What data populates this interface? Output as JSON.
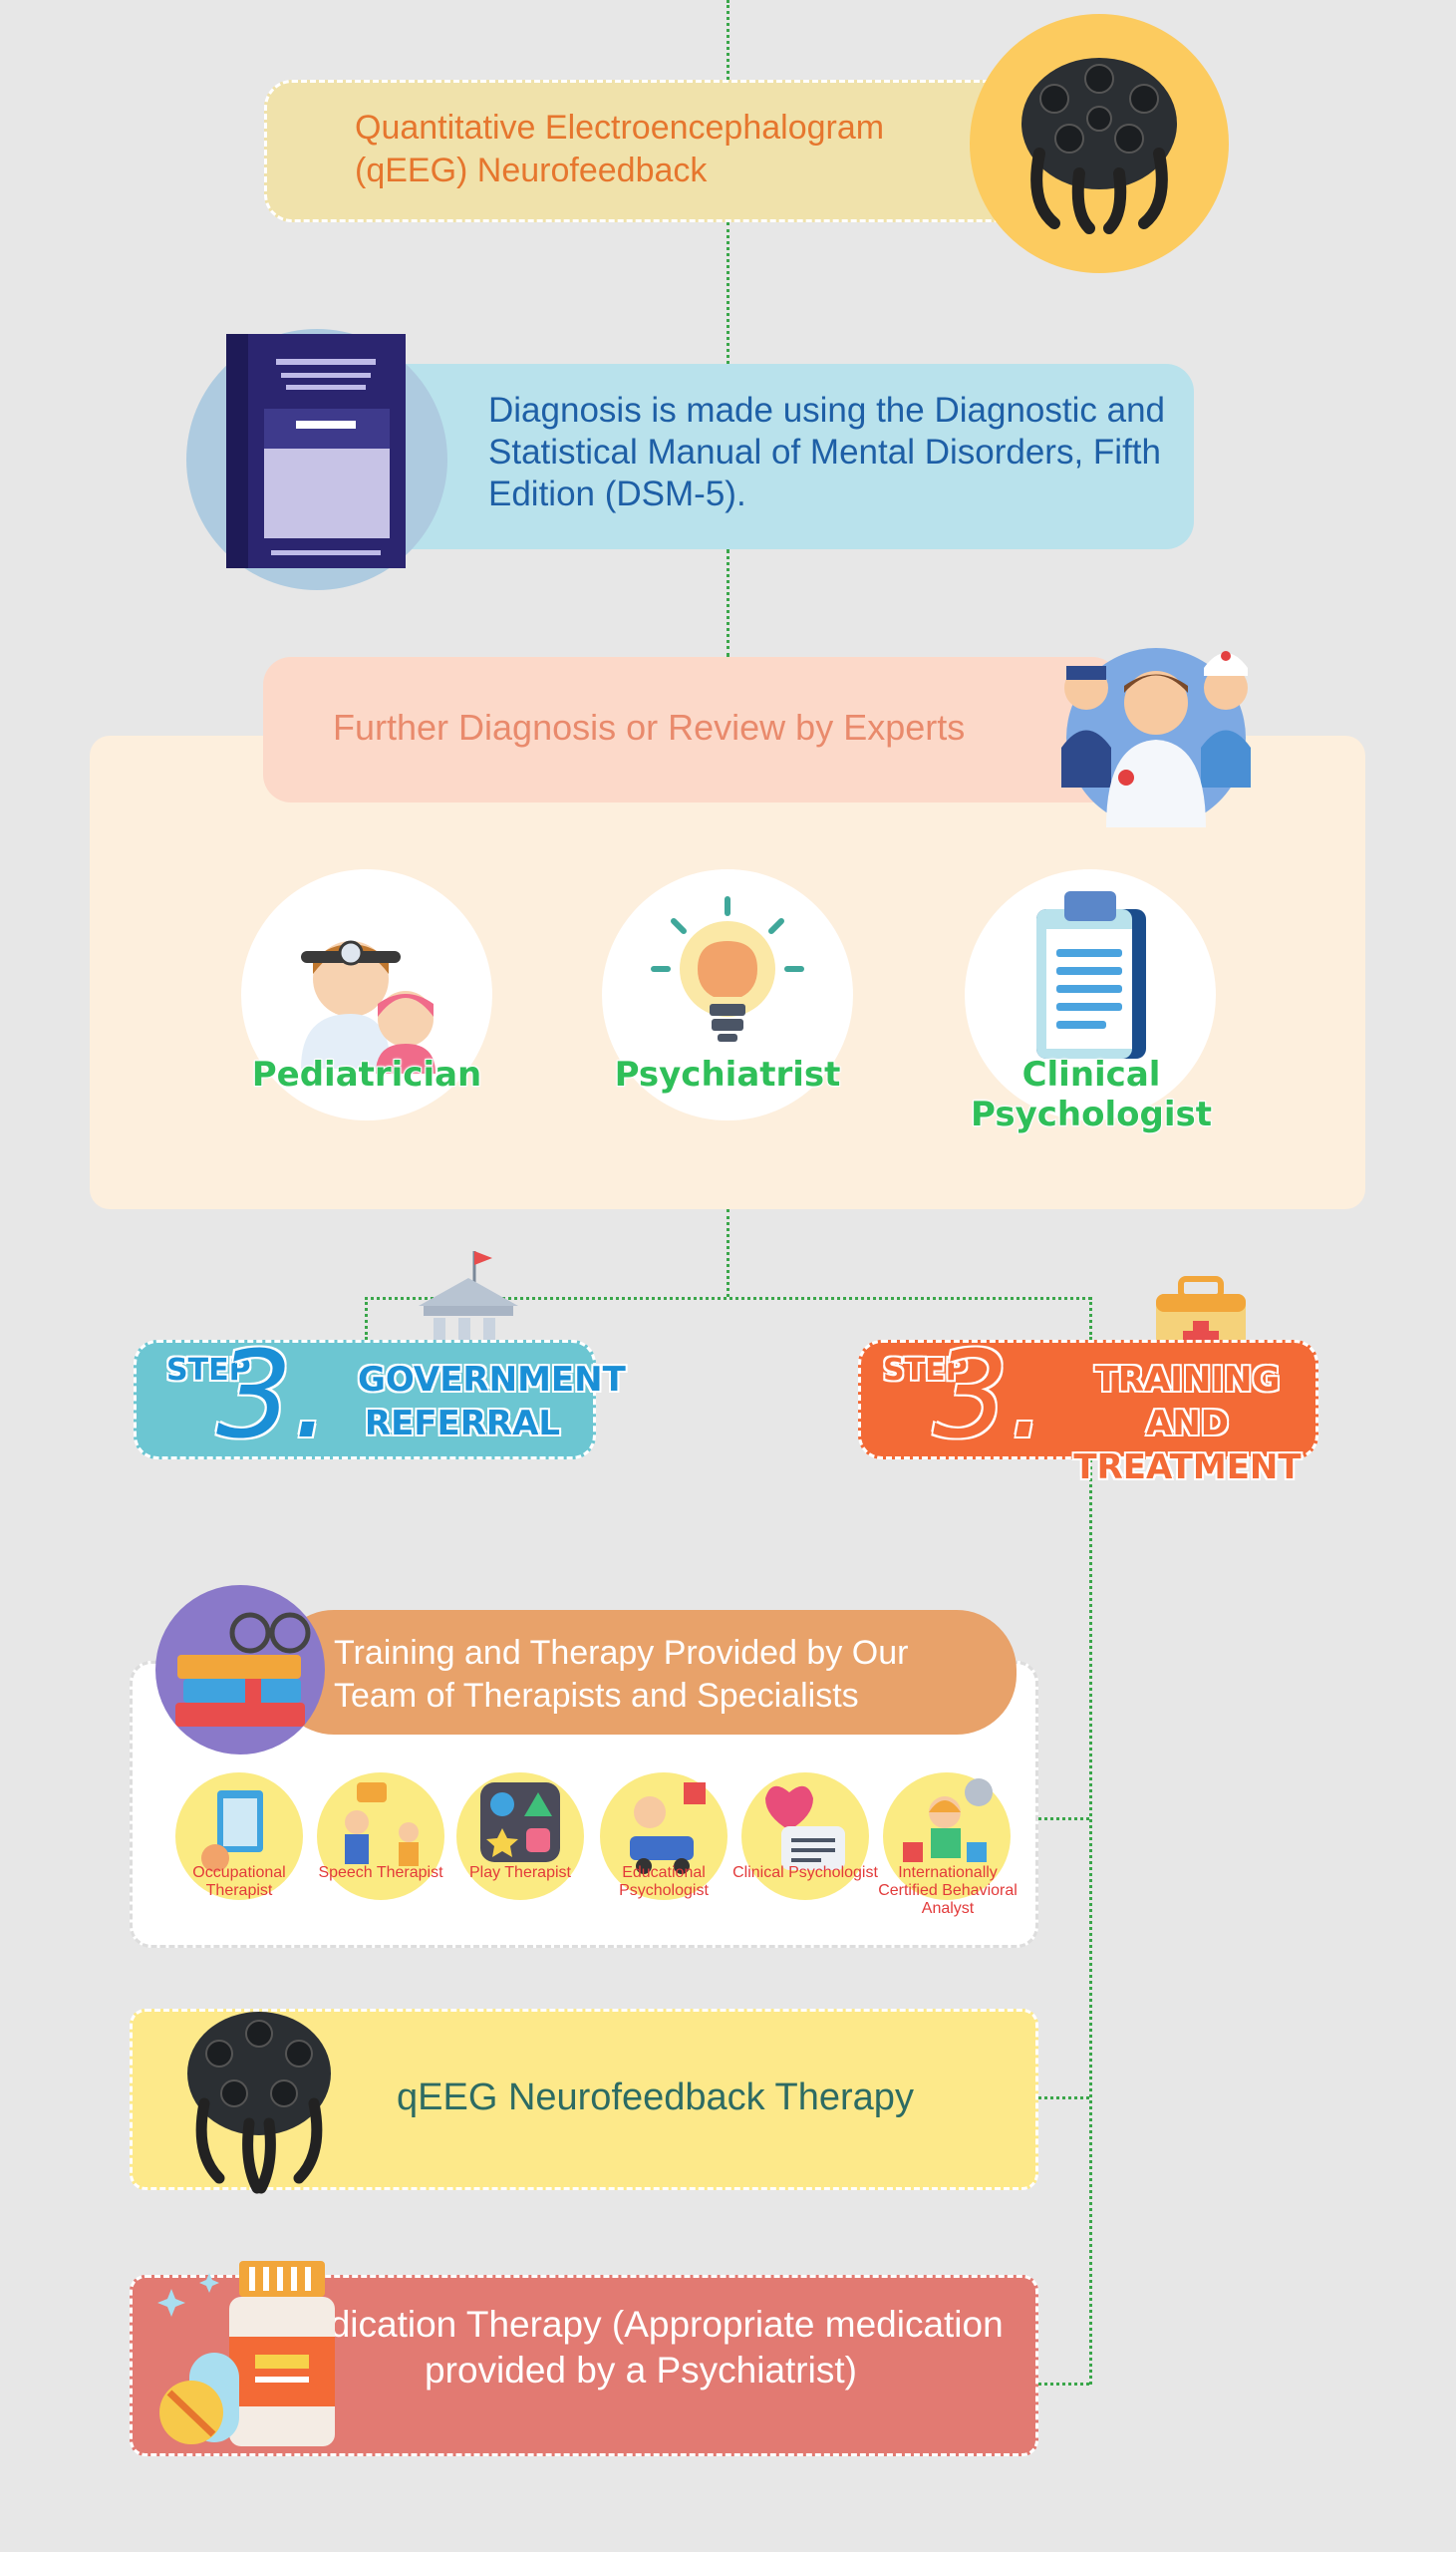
{
  "top": {
    "qeeg_title": "Quantitative Electroencephalogram (qEEG) Neurofeedback"
  },
  "dsm": {
    "text": "Diagnosis is made using the Diagnostic and Statistical Manual of Mental Disorders, Fifth Edition (DSM-5)."
  },
  "further": {
    "title": "Further Diagnosis or Review by Experts"
  },
  "experts": [
    {
      "label": "Pediatrician",
      "icon": "pediatrician-icon"
    },
    {
      "label": "Psychiatrist",
      "icon": "brain-bulb-icon"
    },
    {
      "label": "Clinical Psychologist",
      "icon": "clipboard-icon"
    }
  ],
  "steps": [
    {
      "step": "STEP",
      "number": "3.",
      "label": "GOVERNMENT REFERRAL",
      "color": "#6cc6d2"
    },
    {
      "step": "STEP",
      "number": "3.",
      "label": "TRAINING AND TREATMENT",
      "color": "#f36a36"
    }
  ],
  "training": {
    "title": "Training and Therapy Provided by Our Team of Therapists and Specialists",
    "specialists": [
      "Occupational Therapist",
      "Speech Therapist",
      "Play Therapist",
      "Educational Psychologist",
      "Clinical Psychologist",
      "Internationally Certified Behavioral Analyst"
    ]
  },
  "neuro": {
    "title": "qEEG Neurofeedback Therapy"
  },
  "medication": {
    "title": "Medication Therapy (Appropriate medication provided by a Psychiatrist)"
  }
}
